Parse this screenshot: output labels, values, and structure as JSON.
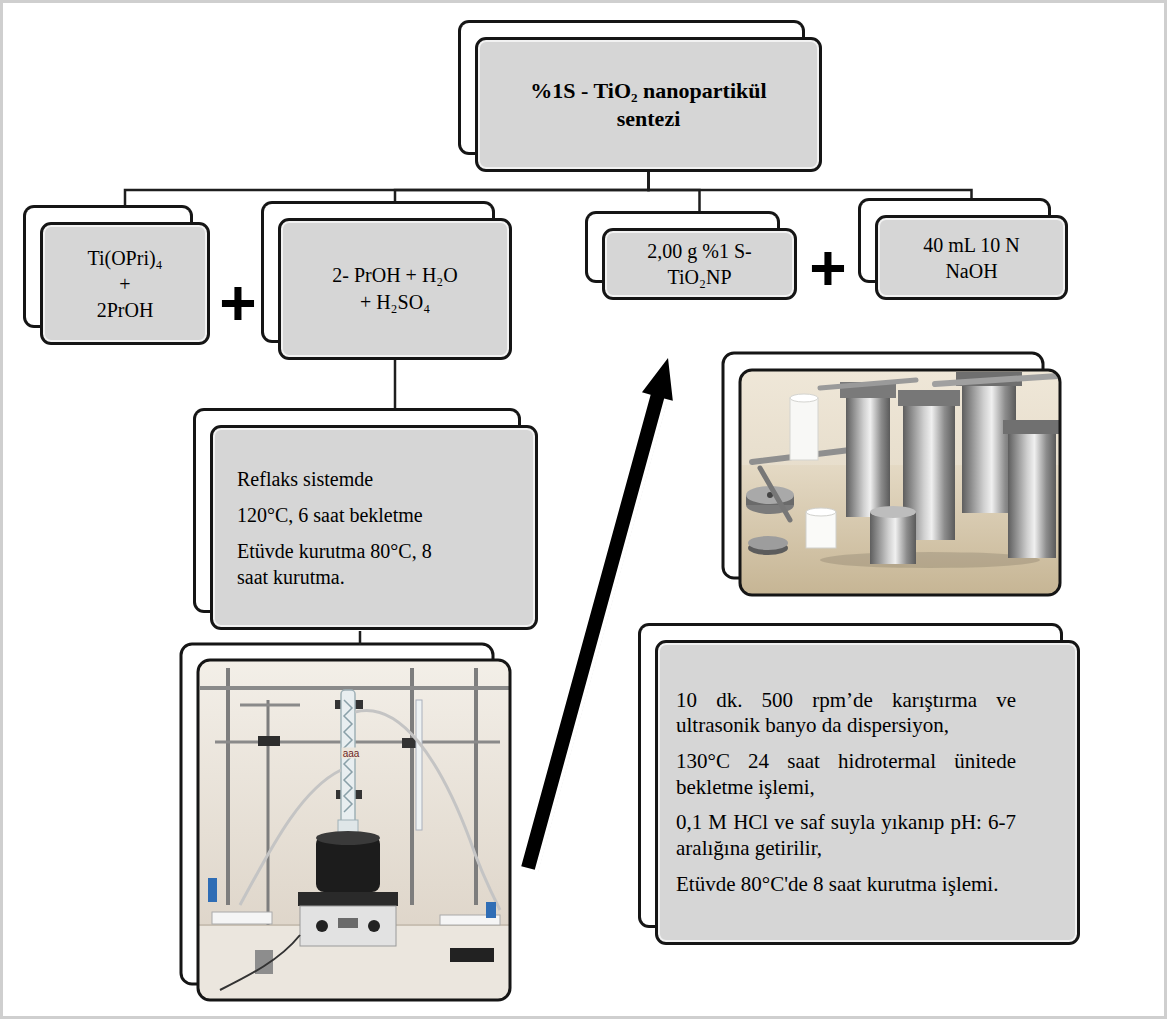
{
  "diagram": {
    "nodes": [
      {
        "text": [
          "%1S - TiO₂ nanopartikül sentezi"
        ]
      },
      {
        "text": [
          "Ti(OPri)₄ + 2PrOH"
        ]
      },
      {
        "text": [
          "2- PrOH + H₂O + H₂SO₄"
        ]
      },
      {
        "text": [
          "2,00 g %1 S-TiO₂NP"
        ]
      },
      {
        "text": [
          "40 mL 10 N NaOH"
        ]
      },
      {
        "text": [
          "Reflaks sistemde",
          "120°C, 6 saat bekletme",
          "Etüvde kurutma 80°C, 8 saat kurutma."
        ]
      },
      {
        "text": [
          "10 dk. 500 rpm’de karıştırma ve ultrasonik banyo da dispersiyon,",
          "130°C 24 saat hidrotermal ünitede bekletme işlemi,",
          "0,1 M HCl ve saf suyla yıkanıp pH: 6-7 aralığına getirilir,",
          "Etüvde 80°C'de 8 saat kurutma işlemi."
        ]
      }
    ],
    "edges": [
      {
        "from": 0,
        "to": 1,
        "arrow": "none"
      },
      {
        "from": 0,
        "to": 2,
        "arrow": "none"
      },
      {
        "from": 0,
        "to": 3,
        "arrow": "none"
      },
      {
        "from": 0,
        "to": 4,
        "arrow": "none"
      },
      {
        "from": 2,
        "to": 5,
        "arrow": "none"
      }
    ],
    "labels": [
      "+",
      "+",
      "aaa"
    ]
  }
}
